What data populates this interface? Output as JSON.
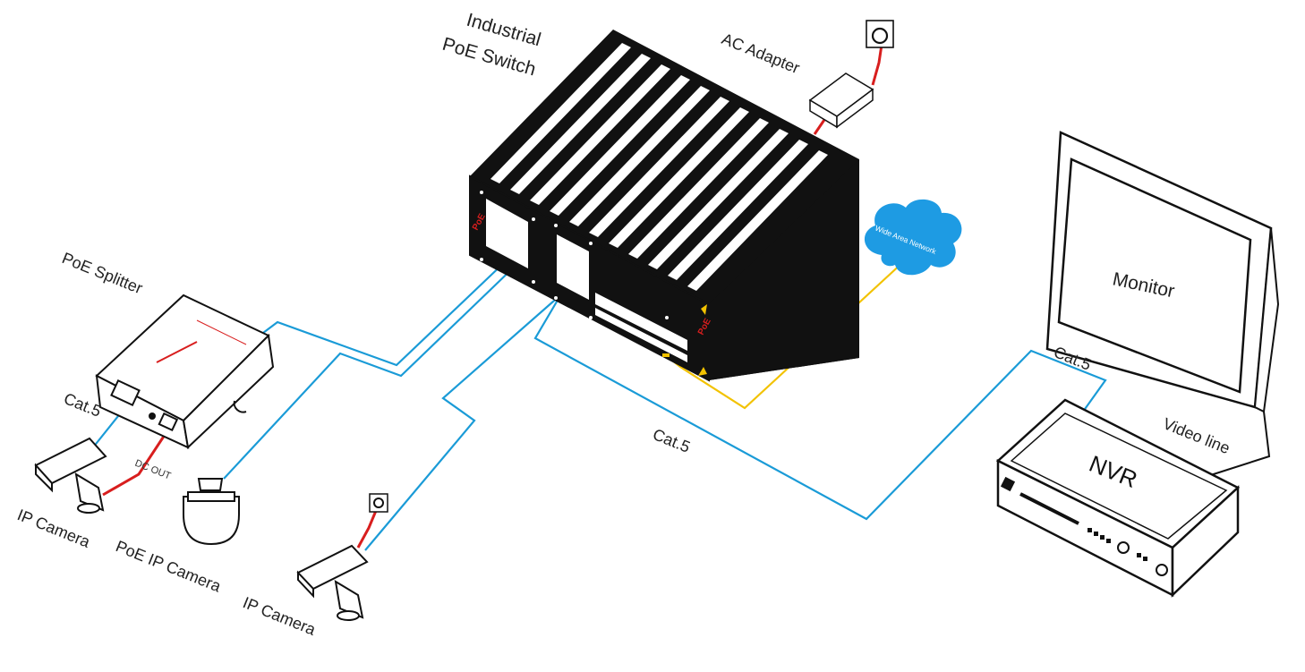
{
  "labels": {
    "switch_line1": "Industrial",
    "switch_line2": "PoE Switch",
    "ac_adapter": "AC Adapter",
    "poe_splitter": "PoE Splitter",
    "cat5_splitter": "Cat.5",
    "dc_out": "DC OUT",
    "ip_camera_left": "IP Camera",
    "poe_ip_camera": "PoE IP Camera",
    "ip_camera_bottom": "IP Camera",
    "cat5_middle": "Cat.5",
    "cat5_right": "Cat.5",
    "wan": "Wide Area Network",
    "monitor": "Monitor",
    "video_line": "Video line",
    "nvr": "NVR",
    "switch_brand": "PoE"
  },
  "colors": {
    "ethernet_cable": "#1a9bd7",
    "wan_cable": "#f2c200",
    "power_cable": "#d81e1e",
    "cloud": "#1e9be3",
    "device_body": "#111111"
  },
  "icons": [
    "switch-icon",
    "ac-adapter-icon",
    "power-outlet-icon",
    "poe-splitter-icon",
    "ip-camera-icon",
    "dome-camera-icon",
    "cloud-icon",
    "monitor-icon",
    "nvr-icon"
  ]
}
